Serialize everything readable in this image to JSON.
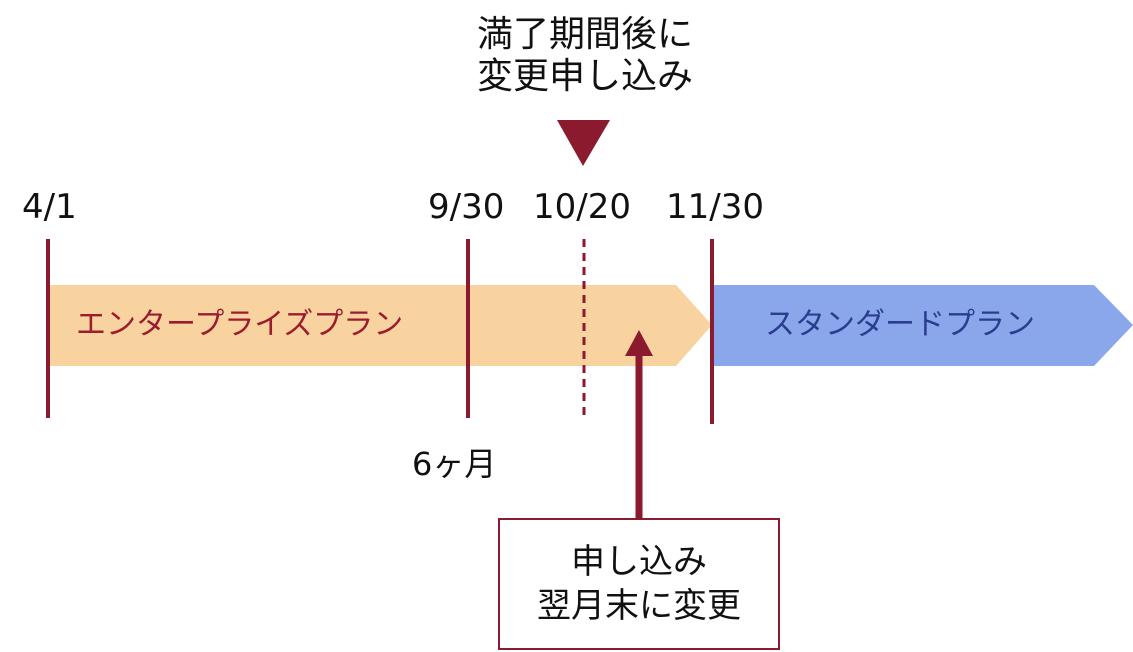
{
  "colors": {
    "accent": "#8c1a2e",
    "enterprise_fill": "#f8d3a0",
    "standard_fill": "#8ba7ec",
    "enterprise_text": "#9b1c2f",
    "standard_text": "#2b3d8f"
  },
  "notice": {
    "line1": "満了期間後に",
    "line2": "変更申し込み"
  },
  "dates": {
    "start": "4/1",
    "six_month": "9/30",
    "application": "10/20",
    "change": "11/30"
  },
  "plans": {
    "enterprise": "エンタープライズプラン",
    "standard": "スタンダードプラン"
  },
  "period_label": "6ヶ月",
  "callout": {
    "line1": "申し込み",
    "line2": "翌月末に変更"
  }
}
